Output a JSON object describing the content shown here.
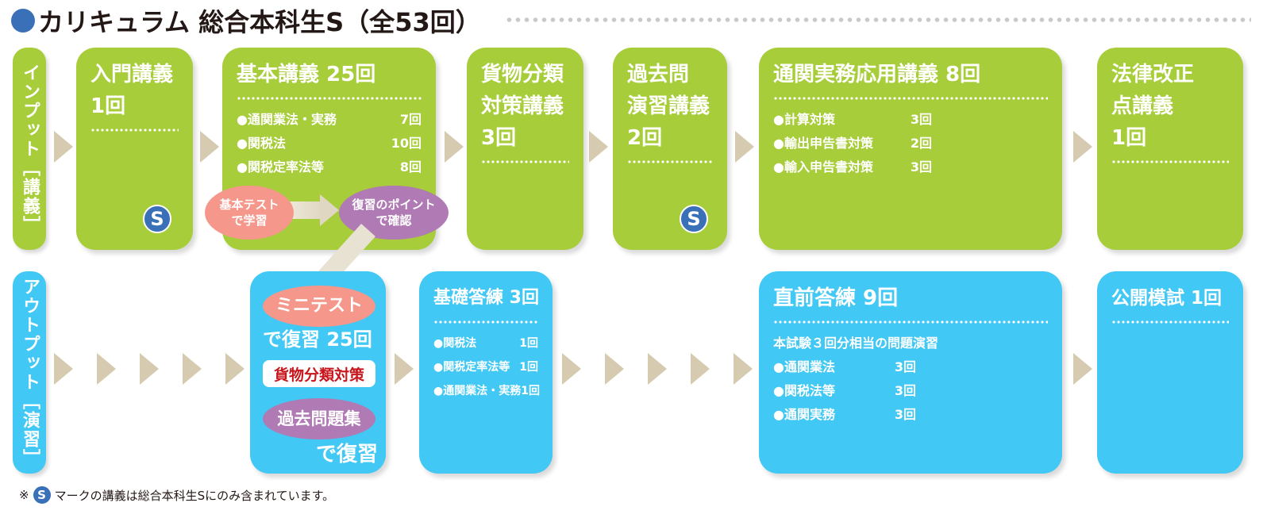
{
  "title": "カリキュラム 総合本科生S（全53回）",
  "colors": {
    "input": "#a8cd3a",
    "output": "#42c8f4",
    "arrow": "#d6cbb0",
    "badge": "#3a70b8",
    "pink": "#f5978a",
    "purple": "#b07ab5",
    "red_text": "#c8161d"
  },
  "input_label": "インプット［講義］",
  "output_label": "アウトプット［演習］",
  "input": {
    "intro": {
      "title": "入門講義",
      "count": "1回",
      "badge": "S"
    },
    "basic": {
      "title": "基本講義 25回",
      "items": [
        {
          "name": "●通関業法・実務",
          "count": "7回"
        },
        {
          "name": "●関税法",
          "count": "10回"
        },
        {
          "name": "●関税定率法等",
          "count": "8回"
        }
      ],
      "oval1": "基本テスト\nで学習",
      "oval2": "復習のポイント\nで確認"
    },
    "classify": {
      "title1": "貨物分類",
      "title2": "対策講義",
      "count": "3回"
    },
    "past": {
      "title1": "過去問",
      "title2": "演習講義",
      "count": "2回",
      "badge": "S"
    },
    "applied": {
      "title": "通関実務応用講義 8回",
      "items": [
        {
          "name": "●計算対策",
          "count": "3回"
        },
        {
          "name": "●輸出申告書対策",
          "count": "2回"
        },
        {
          "name": "●輸入申告書対策",
          "count": "3回"
        }
      ]
    },
    "law": {
      "title1": "法律改正",
      "title2": "点講義",
      "count": "1回"
    }
  },
  "output": {
    "mini": {
      "oval1": "ミニテスト",
      "line1": "で復習 25回",
      "tag": "貨物分類対策",
      "oval2": "過去問題集",
      "line2": "で復習"
    },
    "kiso": {
      "title": "基礎答練 3回",
      "items": [
        {
          "name": "●関税法",
          "count": "1回"
        },
        {
          "name": "●関税定率法等",
          "count": "1回"
        },
        {
          "name": "●通関業法・実務",
          "count": "1回"
        }
      ]
    },
    "chokuzen": {
      "title": "直前答練 9回",
      "subtitle": "本試験３回分相当の問題演習",
      "items": [
        {
          "name": "●通関業法",
          "count": "3回"
        },
        {
          "name": "●関税法等",
          "count": "3回"
        },
        {
          "name": "●通関実務",
          "count": "3回"
        }
      ]
    },
    "mock": {
      "title": "公開模試 1回"
    }
  },
  "footnote": {
    "prefix": "※",
    "badge": "S",
    "text": "マークの講義は総合本科生Sにのみ含まれています。"
  }
}
